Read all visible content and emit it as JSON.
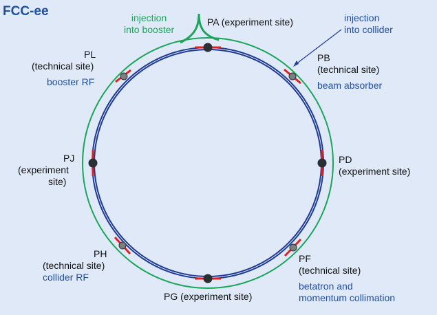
{
  "title": "FCC-ee",
  "injection_booster": [
    "injection",
    "into booster"
  ],
  "injection_collider": [
    "injection",
    "into collider"
  ],
  "sites": {
    "pa": {
      "name": "PA (experiment site)"
    },
    "pb": {
      "name": "PB",
      "type": "(technical site)",
      "role": "beam absorber"
    },
    "pd": {
      "name": "PD",
      "type": "(experiment site)"
    },
    "pf": {
      "name": "PF",
      "type": "(technical site)",
      "role1": "betatron and",
      "role2": "momentum collimation"
    },
    "pg": {
      "name": "PG (experiment site)"
    },
    "ph": {
      "name": "PH",
      "type": "(technical site)",
      "role": "collider RF"
    },
    "pj": {
      "name": "PJ",
      "type1": "(experiment",
      "type2": "site)"
    },
    "pl": {
      "name": "PL",
      "type": "(technical site)",
      "role": "booster RF"
    }
  },
  "colors": {
    "background": "#dfe9f7",
    "booster_ring": "#1aa55a",
    "collider_ring": "#1f3a93",
    "straight_red": "#e02020",
    "experiment_dot": "#2a2f33",
    "technical_dot": "#7a7f84",
    "label_blue": "#1f4fa0"
  }
}
